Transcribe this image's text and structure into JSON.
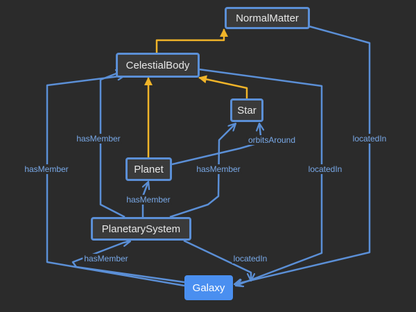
{
  "colors": {
    "background": "#2b2b2b",
    "node_fill": "#3a3a3a",
    "node_border": "#5b8fd6",
    "selected_fill": "#4a8ff0",
    "relation_edge": "#5b8fd6",
    "subclass_edge": "#f0b429",
    "label_text": "#79a9e8"
  },
  "nodes": {
    "normal_matter": "NormalMatter",
    "celestial_body": "CelestialBody",
    "star": "Star",
    "planet": "Planet",
    "planetary_system": "PlanetarySystem",
    "galaxy": "Galaxy"
  },
  "selected_node": "Galaxy",
  "edges": [
    {
      "from": "CelestialBody",
      "to": "NormalMatter",
      "kind": "subclass"
    },
    {
      "from": "Planet",
      "to": "CelestialBody",
      "kind": "subclass"
    },
    {
      "from": "Star",
      "to": "CelestialBody",
      "kind": "subclass"
    },
    {
      "from": "Planet",
      "to": "Star",
      "label": "orbitsAround"
    },
    {
      "from": "PlanetarySystem",
      "to": "Planet",
      "label": "hasMember"
    },
    {
      "from": "PlanetarySystem",
      "to": "Star",
      "label": "hasMember"
    },
    {
      "from": "PlanetarySystem",
      "to": "CelestialBody",
      "label": "hasMember"
    },
    {
      "from": "PlanetarySystem",
      "to": "Galaxy",
      "label": "locatedIn"
    },
    {
      "from": "Galaxy",
      "to": "PlanetarySystem",
      "label": "hasMember"
    },
    {
      "from": "Galaxy",
      "to": "CelestialBody",
      "label": "hasMember"
    },
    {
      "from": "CelestialBody",
      "to": "Galaxy",
      "label": "locatedIn"
    },
    {
      "from": "NormalMatter",
      "to": "Galaxy",
      "label": "locatedIn"
    }
  ]
}
